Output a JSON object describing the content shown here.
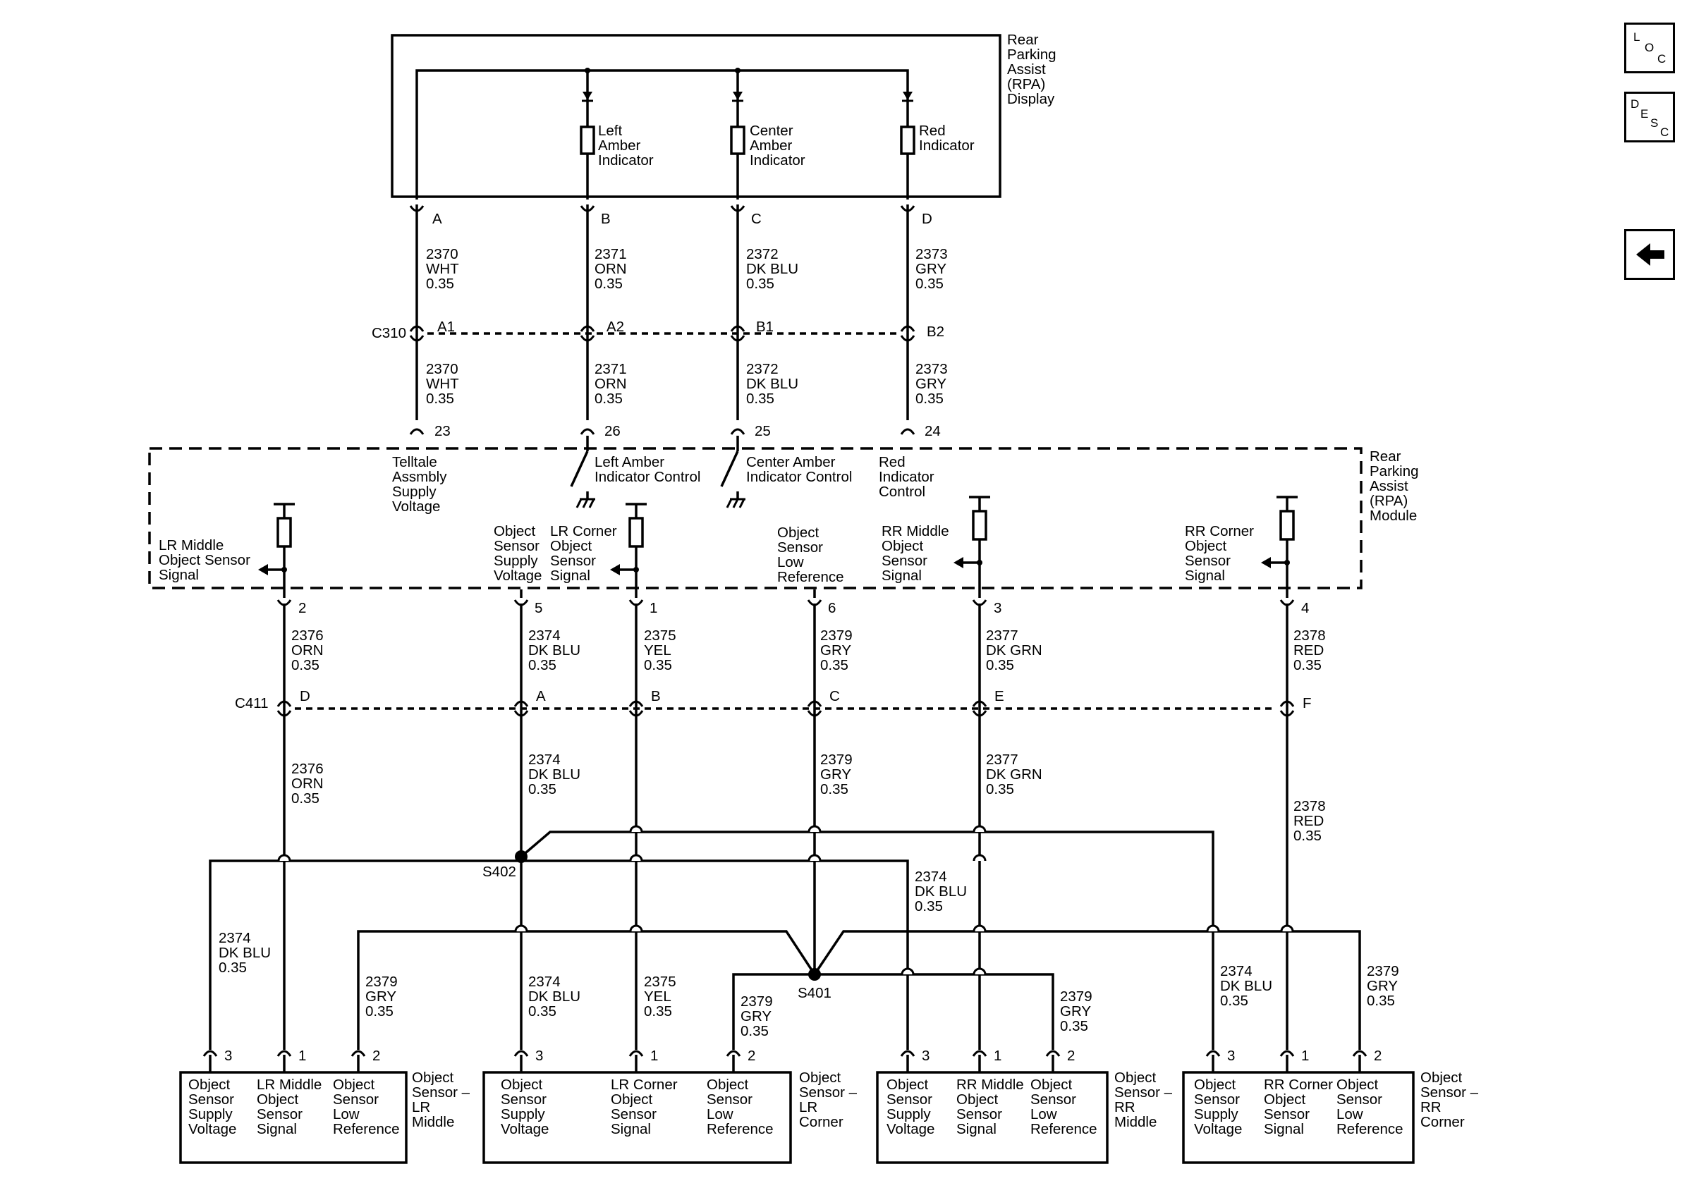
{
  "nav": {
    "loc": [
      "L",
      "O",
      "C"
    ],
    "desc": [
      "D",
      "E",
      "S",
      "C"
    ],
    "back_icon": "arrow-left-icon"
  },
  "display": {
    "label": [
      "Rear",
      "Parking",
      "Assist",
      "(RPA)",
      "Display"
    ],
    "ind_left": [
      "Left",
      "Amber",
      "Indicator"
    ],
    "ind_center": [
      "Center",
      "Amber",
      "Indicator"
    ],
    "ind_red": [
      "Red",
      "Indicator"
    ],
    "pins": [
      "A",
      "B",
      "C",
      "D"
    ]
  },
  "c310": {
    "name": "C310",
    "pins": [
      "A1",
      "A2",
      "B1",
      "B2"
    ]
  },
  "wires_upper": [
    [
      "2370",
      "WHT",
      "0.35"
    ],
    [
      "2371",
      "ORN",
      "0.35"
    ],
    [
      "2372",
      "DK BLU",
      "0.35"
    ],
    [
      "2373",
      "GRY",
      "0.35"
    ]
  ],
  "module": {
    "label": [
      "Rear",
      "Parking",
      "Assist",
      "(RPA)",
      "Module"
    ],
    "top_pins": [
      "23",
      "26",
      "25",
      "24"
    ],
    "telltale": [
      "Telltale",
      "Assmbly",
      "Supply",
      "Voltage"
    ],
    "left_amber_ctrl": [
      "Left Amber",
      "Indicator Control"
    ],
    "center_amber_ctrl": [
      "Center Amber",
      "Indicator Control"
    ],
    "red_ctrl": [
      "Red",
      "Indicator",
      "Control"
    ],
    "lr_middle": [
      "LR Middle",
      "Object Sensor",
      "Signal"
    ],
    "obj_supply": [
      "Object",
      "Sensor",
      "Supply",
      "Voltage"
    ],
    "lr_corner": [
      "LR Corner",
      "Object",
      "Sensor",
      "Signal"
    ],
    "obj_low_ref": [
      "Object",
      "Sensor",
      "Low",
      "Reference"
    ],
    "rr_middle": [
      "RR Middle",
      "Object",
      "Sensor",
      "Signal"
    ],
    "rr_corner": [
      "RR Corner",
      "Object",
      "Sensor",
      "Signal"
    ],
    "bottom_pins": [
      "2",
      "5",
      "1",
      "6",
      "3",
      "4"
    ]
  },
  "c411": {
    "name": "C411",
    "pins": [
      "D",
      "A",
      "B",
      "C",
      "E",
      "F"
    ]
  },
  "wires_mid": [
    [
      "2376",
      "ORN",
      "0.35"
    ],
    [
      "2374",
      "DK BLU",
      "0.35"
    ],
    [
      "2375",
      "YEL",
      "0.35"
    ],
    [
      "2379",
      "GRY",
      "0.35"
    ],
    [
      "2377",
      "DK GRN",
      "0.35"
    ],
    [
      "2378",
      "RED",
      "0.35"
    ]
  ],
  "splices": {
    "s402": "S402",
    "s401": "S401"
  },
  "wire_2374": [
    "2374",
    "DK BLU",
    "0.35"
  ],
  "wire_2379": [
    "2379",
    "GRY",
    "0.35"
  ],
  "wire_2375": [
    "2375",
    "YEL",
    "0.35"
  ],
  "sensors": [
    {
      "cols": [
        [
          "Object",
          "Sensor",
          "Supply",
          "Voltage"
        ],
        [
          "LR Middle",
          "Object",
          "Sensor",
          "Signal"
        ],
        [
          "Object",
          "Sensor",
          "Low",
          "Reference"
        ]
      ],
      "name": [
        "Object",
        "Sensor –",
        "LR",
        "Middle"
      ],
      "pins": [
        "3",
        "1",
        "2"
      ]
    },
    {
      "cols": [
        [
          "Object",
          "Sensor",
          "Supply",
          "Voltage"
        ],
        [
          "LR Corner",
          "Object",
          "Sensor",
          "Signal"
        ],
        [
          "Object",
          "Sensor",
          "Low",
          "Reference"
        ]
      ],
      "name": [
        "Object",
        "Sensor –",
        "LR",
        "Corner"
      ],
      "pins": [
        "3",
        "1",
        "2"
      ]
    },
    {
      "cols": [
        [
          "Object",
          "Sensor",
          "Supply",
          "Voltage"
        ],
        [
          "RR Middle",
          "Object",
          "Sensor",
          "Signal"
        ],
        [
          "Object",
          "Sensor",
          "Low",
          "Reference"
        ]
      ],
      "name": [
        "Object",
        "Sensor –",
        "RR",
        "Middle"
      ],
      "pins": [
        "3",
        "1",
        "2"
      ]
    },
    {
      "cols": [
        [
          "Object",
          "Sensor",
          "Supply",
          "Voltage"
        ],
        [
          "RR Corner",
          "Object",
          "Sensor",
          "Signal"
        ],
        [
          "Object",
          "Sensor",
          "Low",
          "Reference"
        ]
      ],
      "name": [
        "Object",
        "Sensor –",
        "RR",
        "Corner"
      ],
      "pins": [
        "3",
        "1",
        "2"
      ]
    }
  ]
}
